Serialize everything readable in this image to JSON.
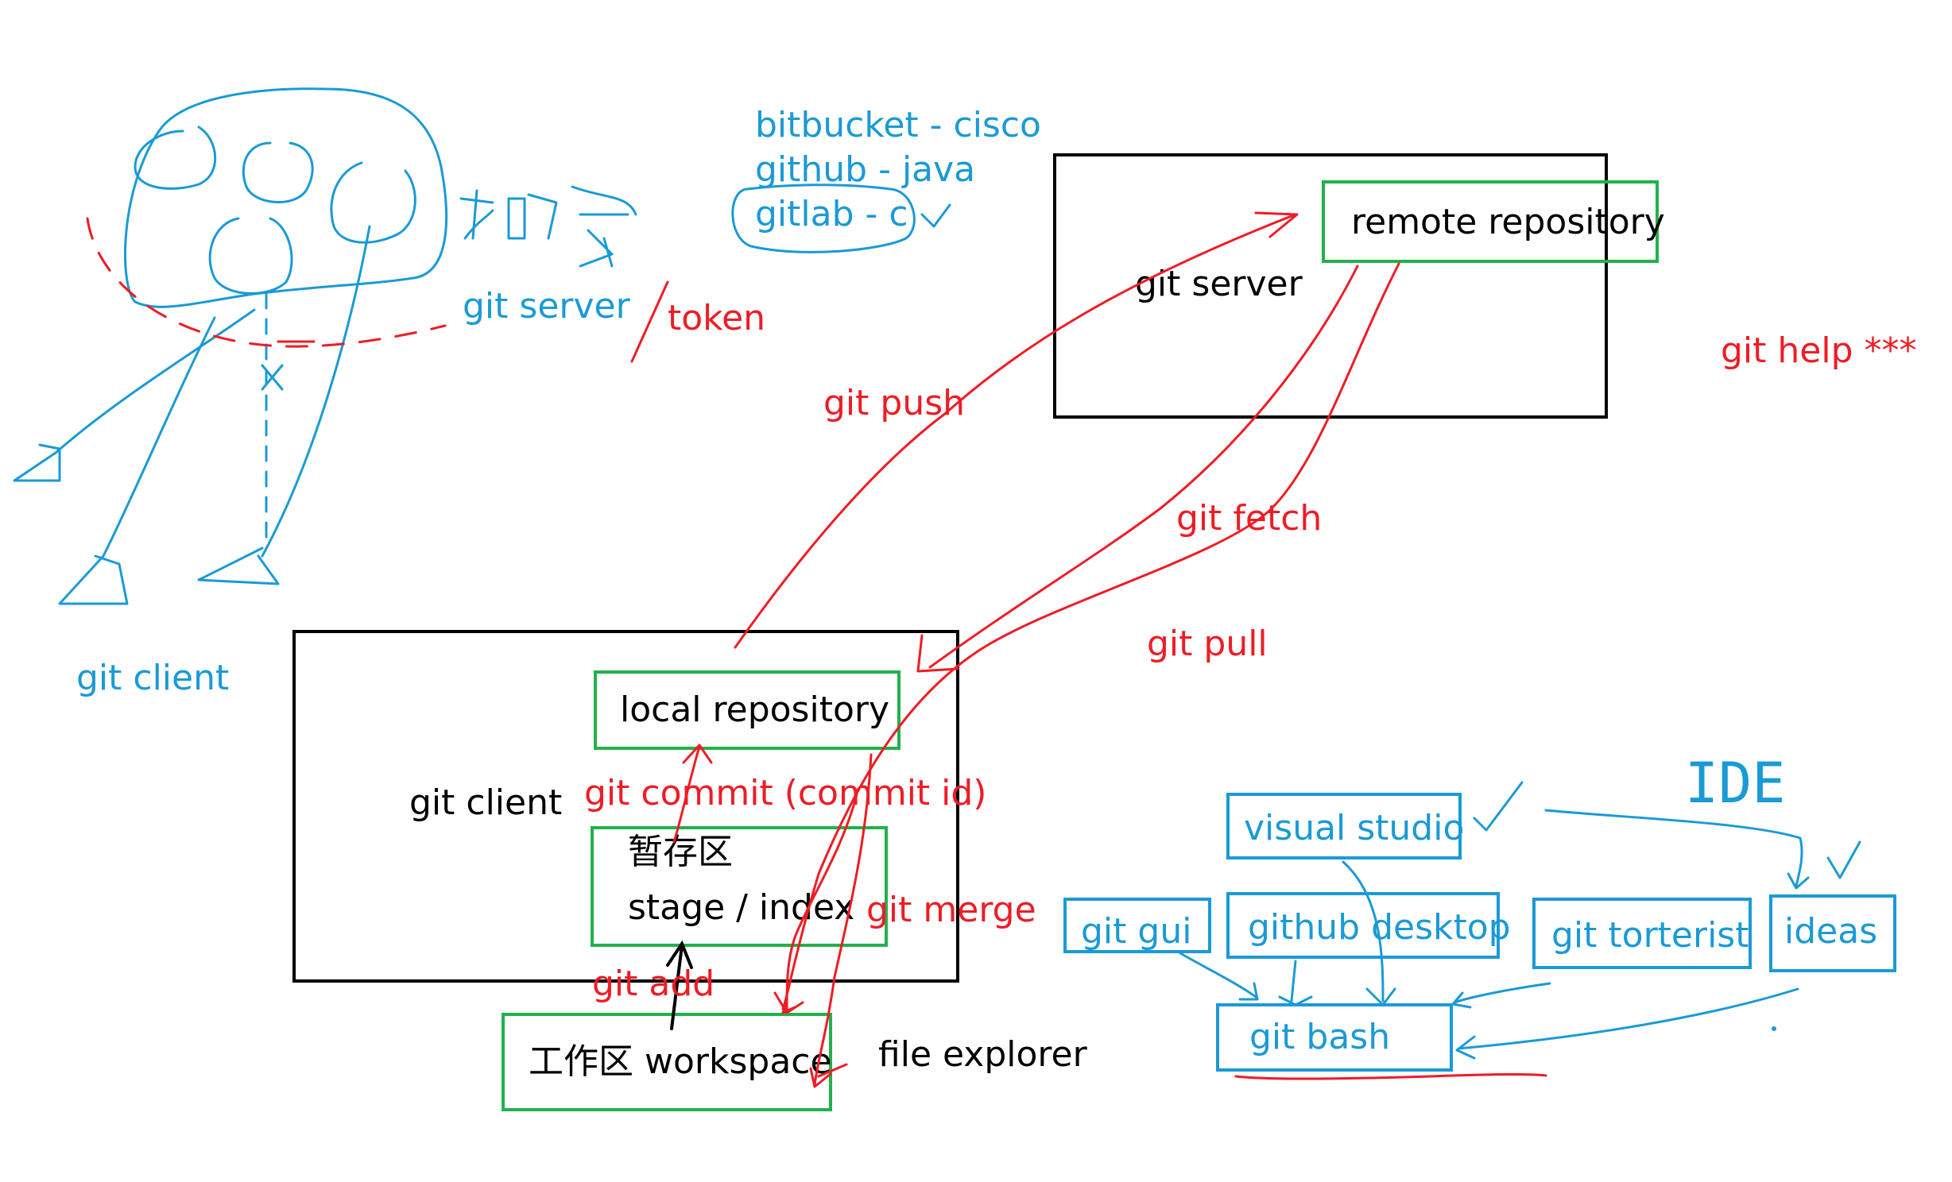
{
  "colors": {
    "black": "#000000",
    "blue": "#1a9ad6",
    "red": "#ee1c25",
    "green": "#22b14c"
  },
  "labels": {
    "git_server_outer": "git server",
    "remote_repository": "remote repository",
    "git_client_outer": "git client",
    "local_repository": "local repository",
    "stage_zh": "暂存区",
    "stage_en": "stage / index",
    "workspace": "工作区 workspace",
    "file_explorer": "file explorer"
  },
  "blue_notes": {
    "bitbucket": "bitbucket - cisco",
    "github": "github - java",
    "gitlab": "gitlab - c",
    "octocat_git_server": "git server",
    "octocat_git_client": "git client"
  },
  "red_notes": {
    "token": "token",
    "git_push": "git push",
    "git_fetch": "git fetch",
    "git_pull": "git pull",
    "git_commit": "git commit (commit id)",
    "git_merge": "git merge",
    "git_add": "git add",
    "git_help": "git help ***"
  },
  "tools": {
    "visual_studio": "visual studio",
    "git_gui": "git gui",
    "github_desktop": "github desktop",
    "git_torterist": "git torterist",
    "ideas": "ideas",
    "git_bash": "git bash",
    "ide": "IDE"
  }
}
